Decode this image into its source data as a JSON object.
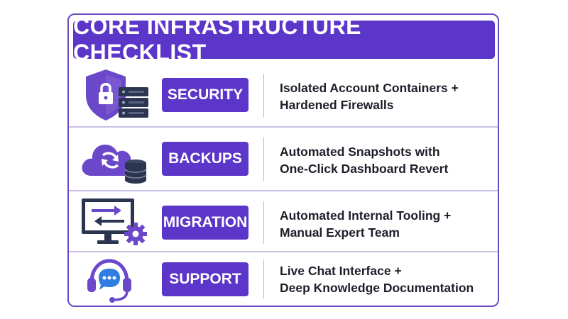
{
  "title": "CORE INFRASTRUCTURE CHECKLIST",
  "colors": {
    "accent": "#5c35c9",
    "border": "#6a4bc4",
    "icon_purple": "#6a48c9",
    "icon_navy": "#2b3550",
    "text": "#1e1e2a"
  },
  "rows": [
    {
      "label": "SECURITY",
      "icon": "shield-lock-server-icon",
      "line1": "Isolated Account Containers +",
      "line2": "Hardened Firewalls"
    },
    {
      "label": "BACKUPS",
      "icon": "cloud-sync-database-icon",
      "line1": "Automated Snapshots with",
      "line2": "One-Click Dashboard Revert"
    },
    {
      "label": "MIGRATION",
      "icon": "monitor-transfer-gear-icon",
      "line1": "Automated Internal Tooling +",
      "line2": "Manual Expert Team"
    },
    {
      "label": "SUPPORT",
      "icon": "headset-chat-icon",
      "line1": "Live Chat Interface +",
      "line2": "Deep Knowledge Documentation"
    }
  ]
}
